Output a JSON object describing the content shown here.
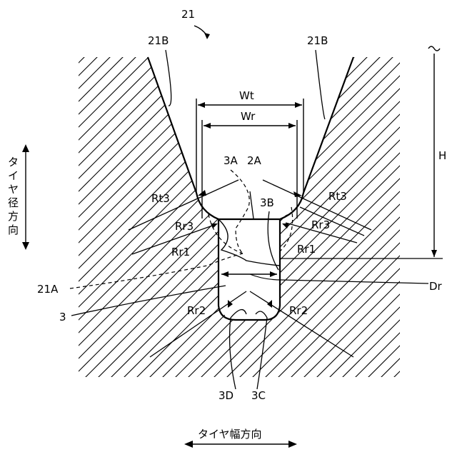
{
  "figure": {
    "ref_main": "21",
    "ref_groove_wall": "21B",
    "ref_groove_bottom": "21A",
    "ref_sipe": "3",
    "ref_sipe_opening_left": "3A",
    "ref_sipe_opening_right": "3B",
    "ref_sipe_bottom_right": "3C",
    "ref_sipe_bottom_left": "3D",
    "ref_2A": "2A",
    "dim_Wt": "Wt",
    "dim_Wr": "Wr",
    "dim_H": "H",
    "dim_Dr": "Dr",
    "radius_Rt3": "Rt3",
    "radius_Rr3": "Rr3",
    "radius_Rr1": "Rr1",
    "radius_Rr2": "Rr2",
    "axis_radial": [
      "タ",
      "イ",
      "ヤ",
      "径",
      "方",
      "向"
    ],
    "axis_width": "タイヤ幅方向"
  }
}
